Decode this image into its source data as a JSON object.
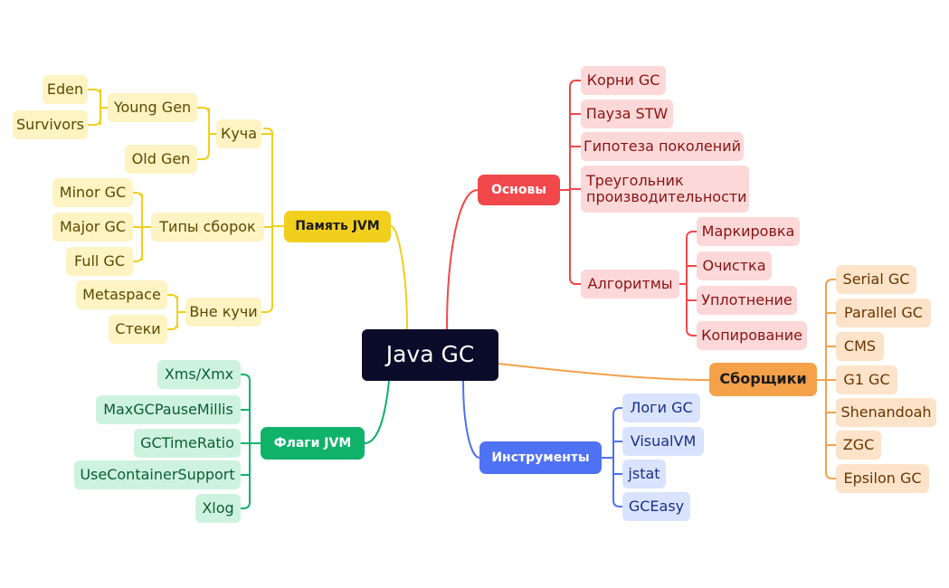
{
  "root": "Java GC",
  "colors": {
    "memory": "#f1cf1d",
    "basics": "#f0484b",
    "collectors": "#f4a14a",
    "flags": "#10b26a",
    "tools": "#4f71f3",
    "root": "#0b0b2a"
  },
  "memory": {
    "label": "Память JVM",
    "heap": {
      "label": "Куча",
      "young": {
        "label": "Young Gen",
        "eden": "Eden",
        "survivors": "Survivors"
      },
      "old": "Old Gen"
    },
    "gc_types": {
      "label": "Типы сборок",
      "minor": "Minor GC",
      "major": "Major GC",
      "full": "Full GC"
    },
    "off_heap": {
      "label": "Вне кучи",
      "metaspace": "Metaspace",
      "stacks": "Стеки"
    }
  },
  "basics": {
    "label": "Основы",
    "roots": "Корни GC",
    "stw": "Пауза STW",
    "generations": "Гипотеза поколений",
    "triangle": "Треугольник производительности",
    "algorithms": {
      "label": "Алгоритмы",
      "mark": "Маркировка",
      "sweep": "Очистка",
      "compact": "Уплотнение",
      "copy": "Копирование"
    }
  },
  "collectors": {
    "label": "Сборщики",
    "items": [
      "Serial GC",
      "Parallel GC",
      "CMS",
      "G1 GC",
      "Shenandoah",
      "ZGC",
      "Epsilon GC"
    ]
  },
  "flags": {
    "label": "Флаги JVM",
    "items": [
      "Xms/Xmx",
      "MaxGCPauseMillis",
      "GCTimeRatio",
      "UseContainerSupport",
      "Xlog"
    ]
  },
  "tools": {
    "label": "Инструменты",
    "items": [
      "Логи GC",
      "VisualVM",
      "jstat",
      "GCEasy"
    ]
  }
}
